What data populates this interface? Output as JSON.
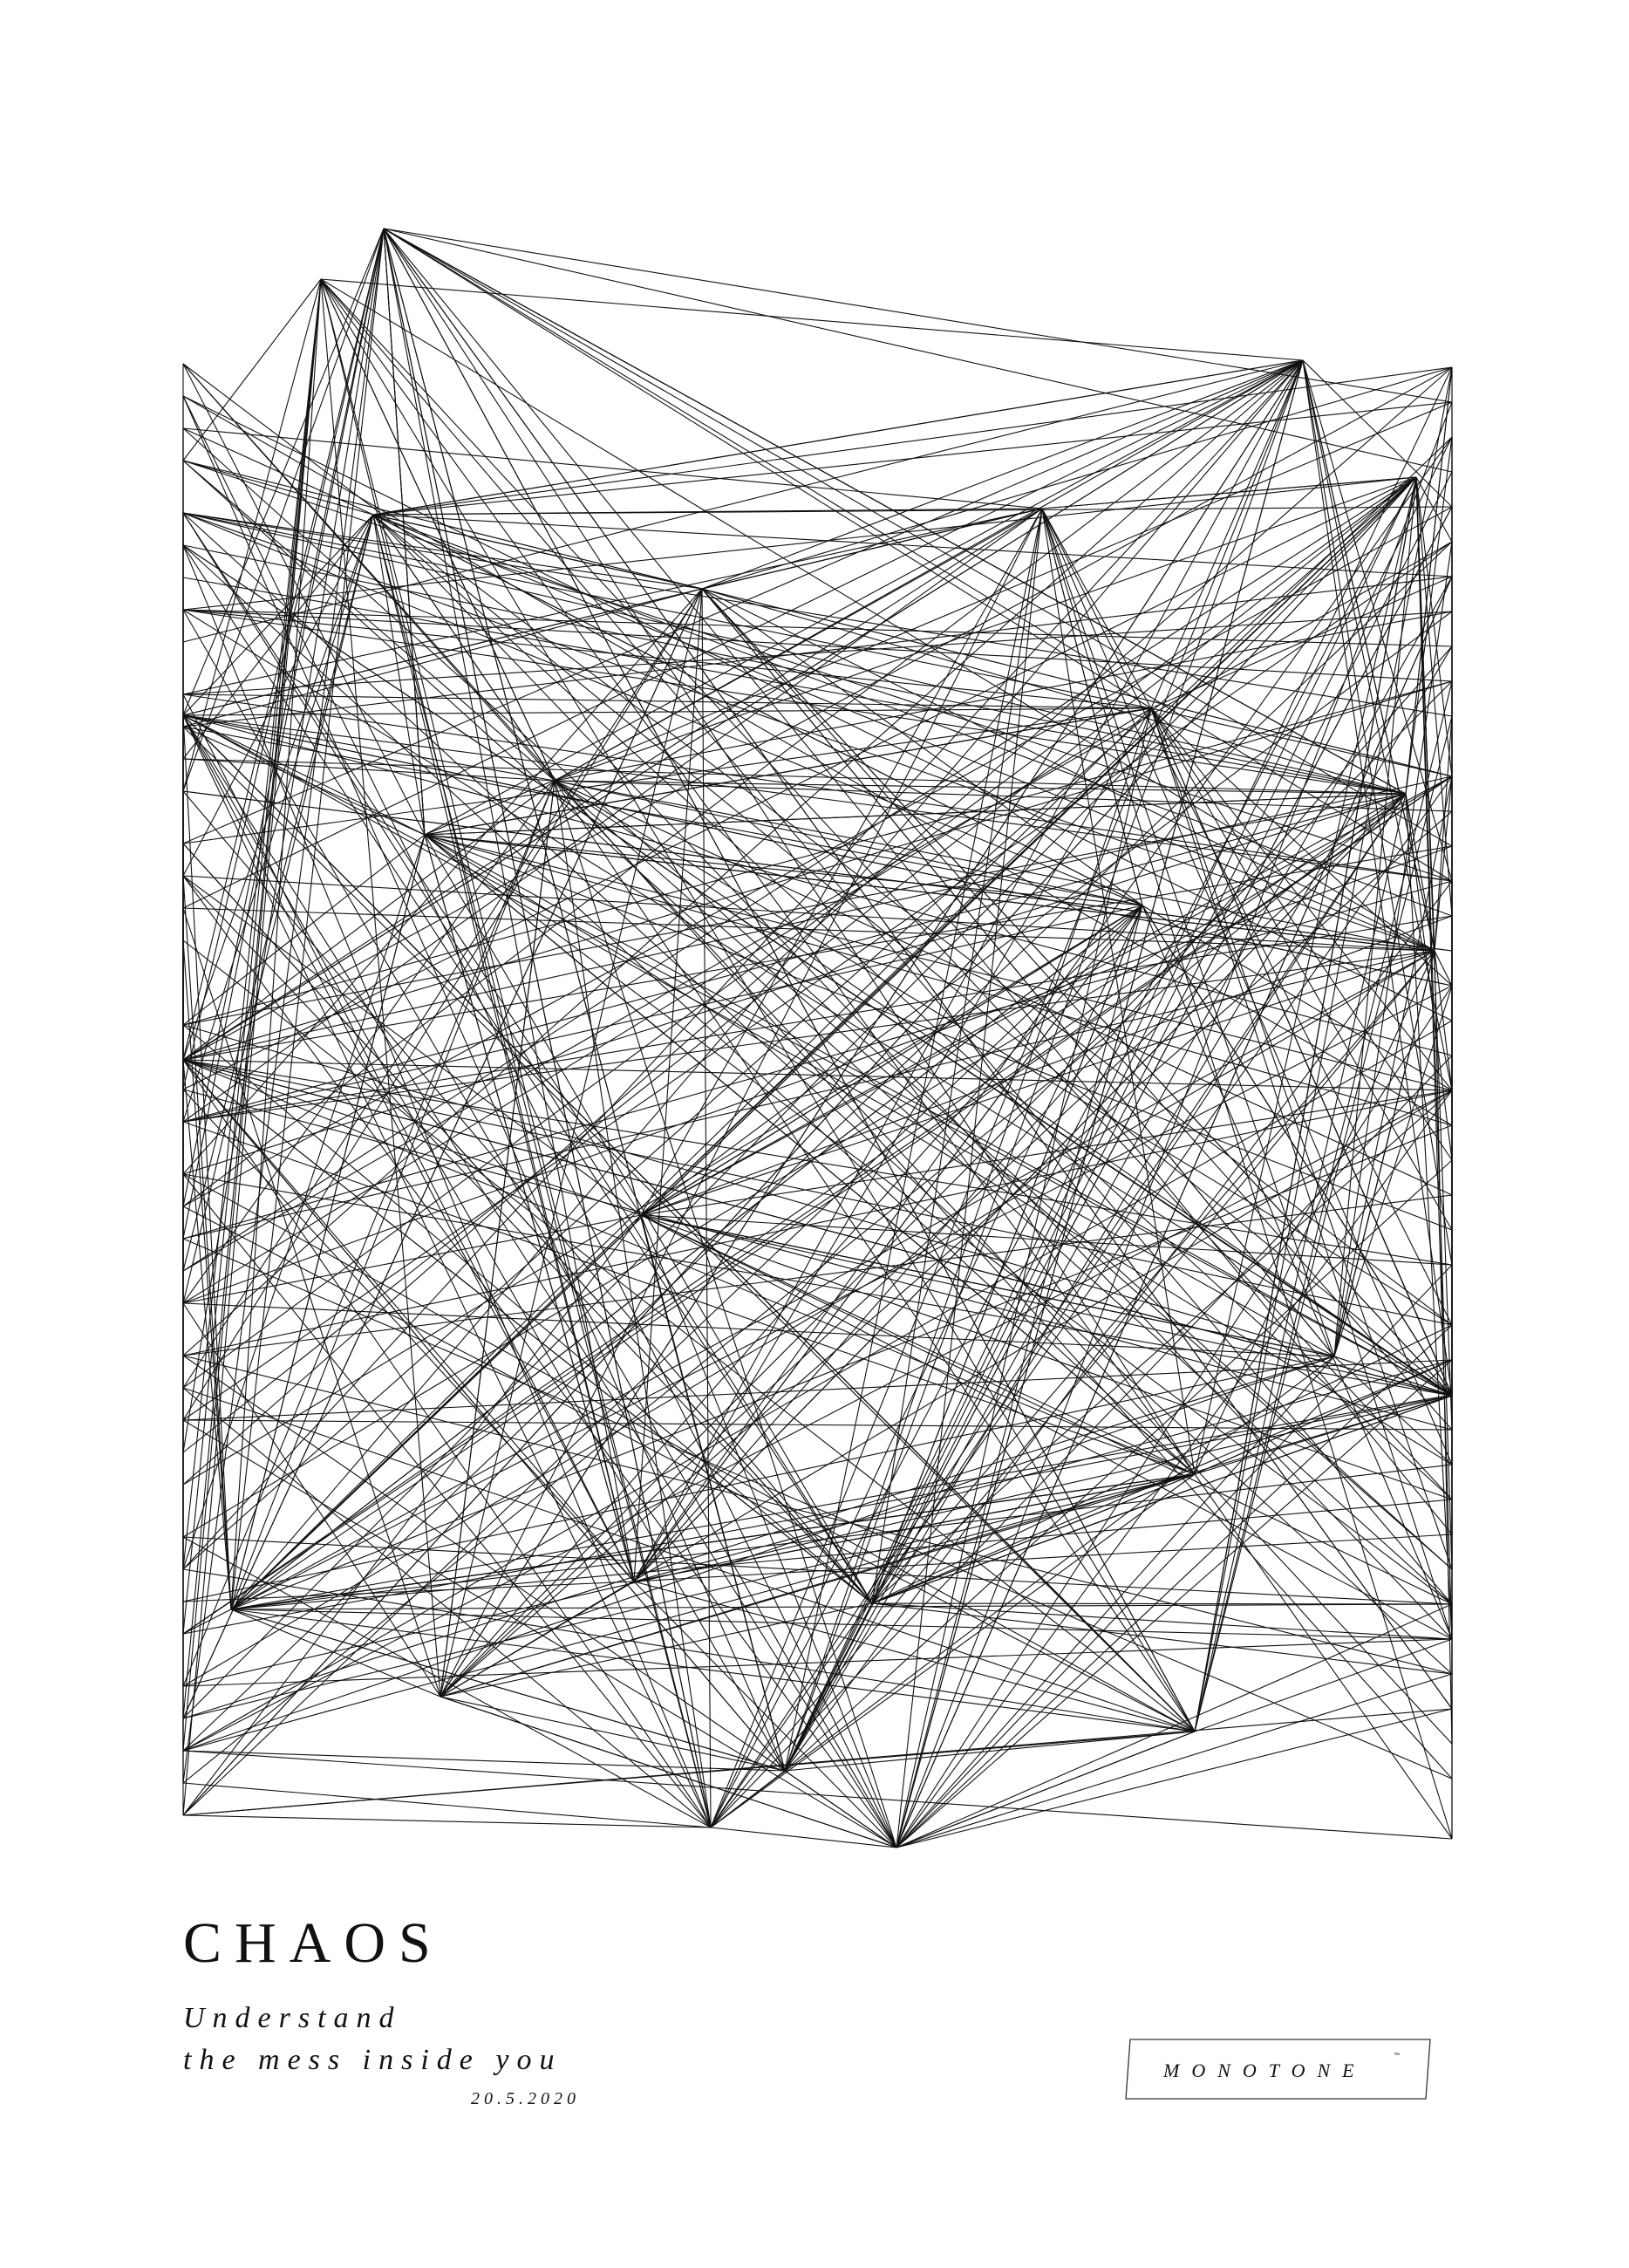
{
  "poster": {
    "title": "CHAOS",
    "subtitle_line1": "Understand",
    "subtitle_line2": "the mess inside you",
    "date": "20.5.2020",
    "brand": "MONOTONE",
    "trademark": "™"
  },
  "colors": {
    "background": "#ffffff",
    "ink": "#111111"
  }
}
